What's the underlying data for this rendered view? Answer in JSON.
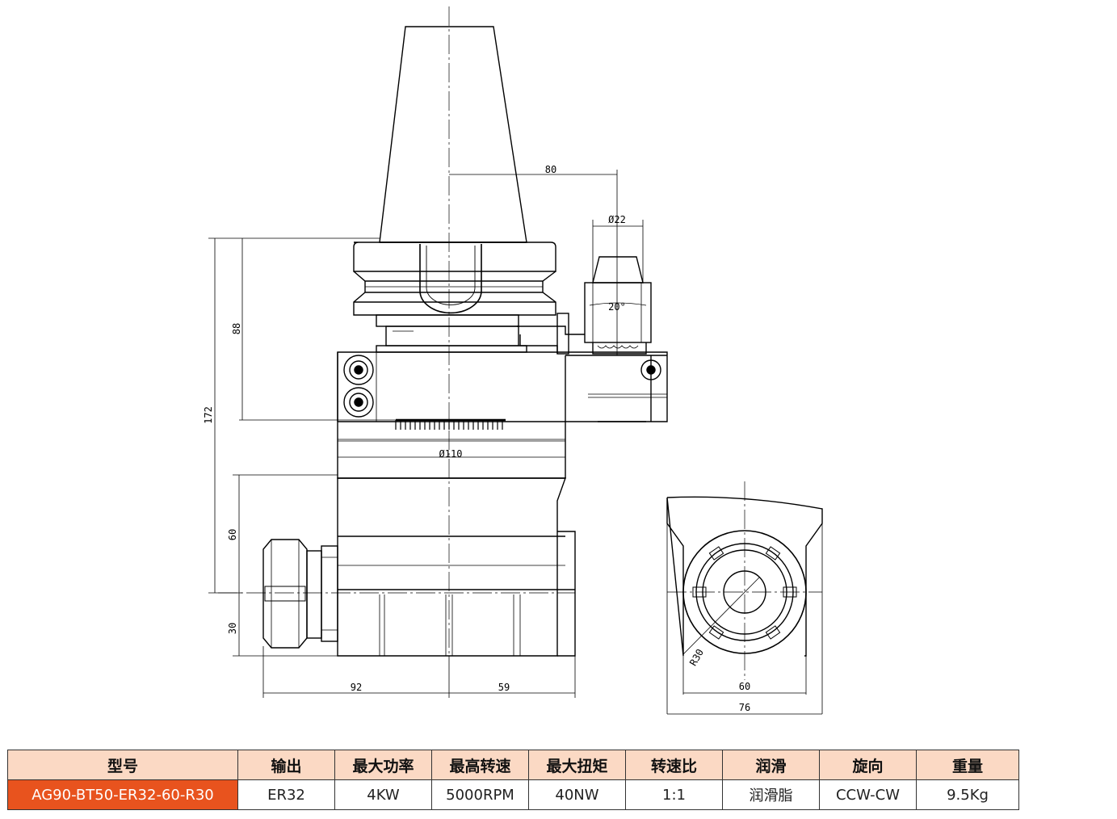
{
  "drawing": {
    "dims": {
      "d80": "80",
      "d22": "Ø22",
      "a20": "20°",
      "d88": "88",
      "d172": "172",
      "d110": "Ø110",
      "d60v": "60",
      "d30": "30",
      "d92": "92",
      "d59": "59",
      "r30": "R30",
      "d60h": "60",
      "d76": "76"
    }
  },
  "table": {
    "headers": [
      "型号",
      "输出",
      "最大功率",
      "最高转速",
      "最大扭矩",
      "转速比",
      "润滑",
      "旋向",
      "重量"
    ],
    "row": [
      "AG90-BT50-ER32-60-R30",
      "ER32",
      "4KW",
      "5000RPM",
      "40NW",
      "1:1",
      "润滑脂",
      "CCW-CW",
      "9.5Kg"
    ]
  },
  "colors": {
    "header_bg": "#fbd9c4",
    "model_bg": "#e8531e",
    "line": "#000000"
  }
}
